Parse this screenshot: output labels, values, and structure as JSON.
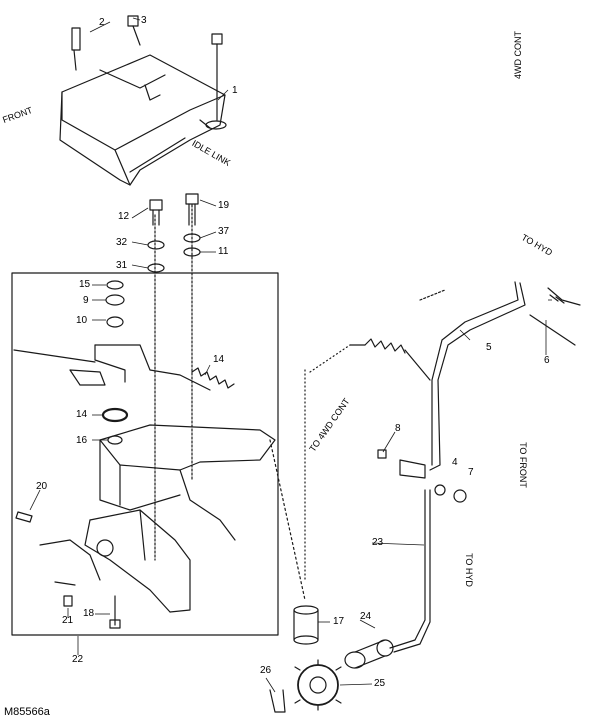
{
  "figure_id": "M85566a",
  "part_labels": {
    "p_top_2": "2",
    "p_top_3": "3",
    "p_top_1": "1",
    "p_12": "12",
    "p_32": "32",
    "p_31_left": "31",
    "p_19": "19",
    "p_37": "37",
    "p_11": "11",
    "p_15": "15",
    "p_9": "9",
    "p_10": "10",
    "p_14_upper": "14",
    "p_14_lower": "14",
    "p_16": "16",
    "p_20": "20",
    "p_21": "21",
    "p_18": "18",
    "p_22": "22",
    "p_5_upper": "5",
    "p_6": "6",
    "p_8": "8",
    "p_4": "4",
    "p_7": "7",
    "p_23": "23",
    "p_17": "17",
    "p_24": "24",
    "p_25": "25",
    "p_26": "26"
  },
  "rotated_notes": {
    "note_upper_right": "4WD  CONT",
    "note_left_arrow": "FRONT",
    "note_lever_upper": "IDLE  LINK",
    "note_right_link": "TO HYD",
    "note_right_vertical_1": "TO FRONT",
    "note_right_vertical_2": "TO HYD",
    "note_lower_diag": "TO 4WD CONT"
  },
  "colors": {
    "ink": "#1a1a1a",
    "background": "#ffffff"
  }
}
